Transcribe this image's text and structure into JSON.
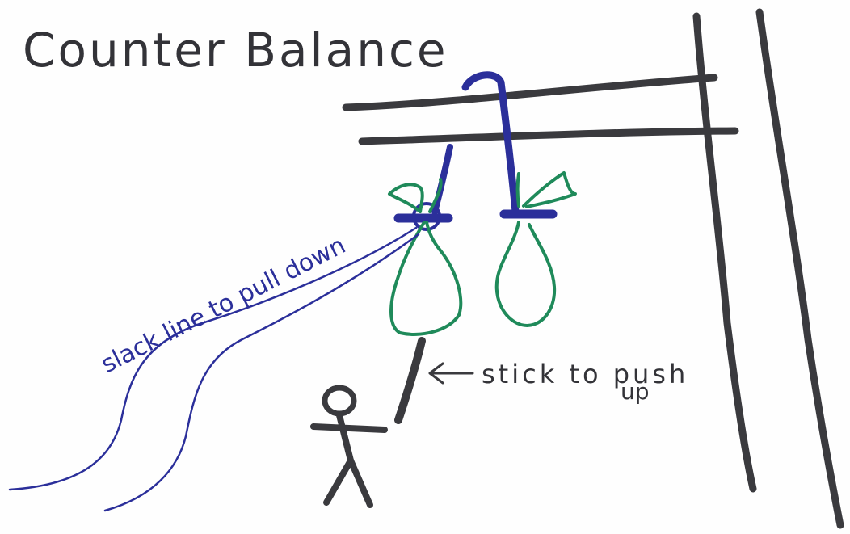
{
  "title": "Counter Balance",
  "labels": {
    "slack_line": "slack line to pull down",
    "stick_push_line1": "stick to push",
    "stick_push_line2": "up"
  },
  "colors": {
    "black_ink": "#3a3a3e",
    "blue_ink": "#2b2f9a",
    "green_ink": "#1f8a5a"
  }
}
